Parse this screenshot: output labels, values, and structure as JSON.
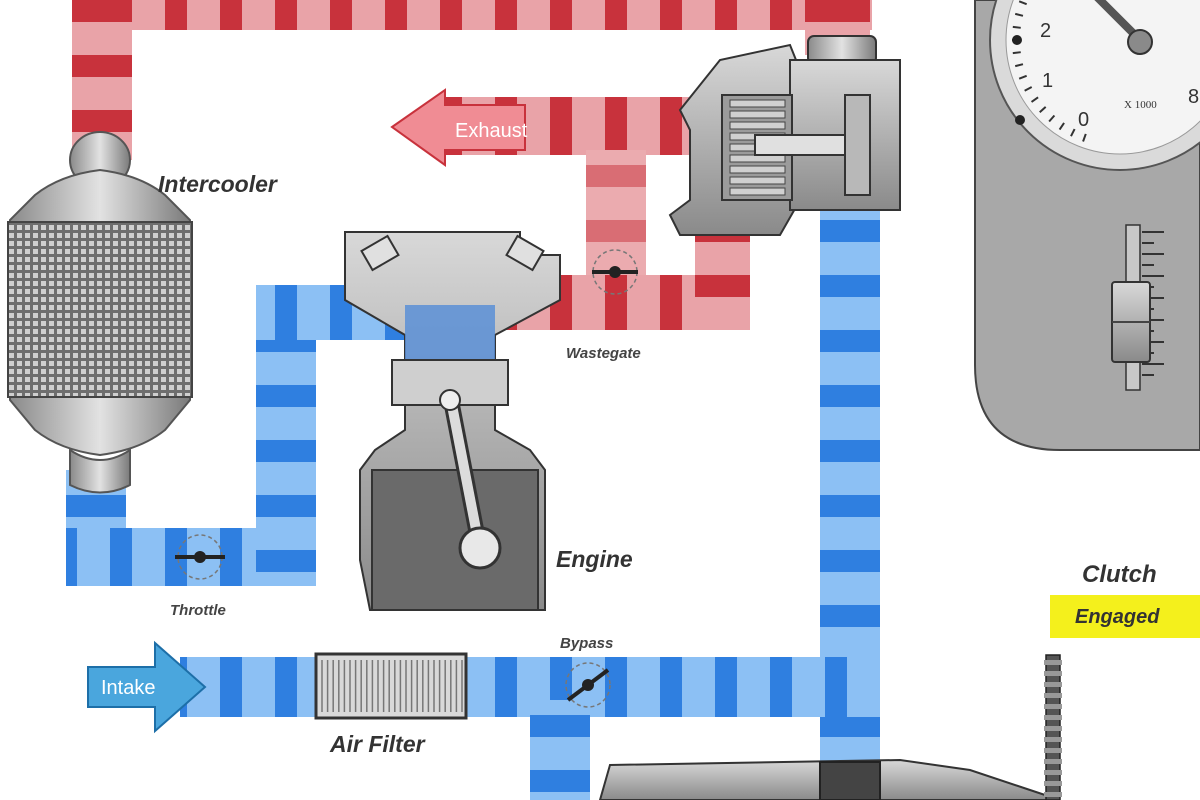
{
  "labels": {
    "intercooler": "Intercooler",
    "exhaust": "Exhaust",
    "wastegate": "Wastegate",
    "engine": "Engine",
    "throttle": "Throttle",
    "bypass": "Bypass",
    "intake": "Intake",
    "air_filter": "Air Filter",
    "clutch": "Clutch",
    "clutch_status": "Engaged"
  },
  "gauge": {
    "ticks": [
      "2",
      "1",
      "0",
      "8"
    ],
    "multiplier": "X 1000"
  },
  "colors": {
    "hot_pipe": "#c8323c",
    "cold_pipe": "#2f7fe0",
    "clutch_badge": "#f4f01c",
    "panel": "#a8a8a8"
  }
}
